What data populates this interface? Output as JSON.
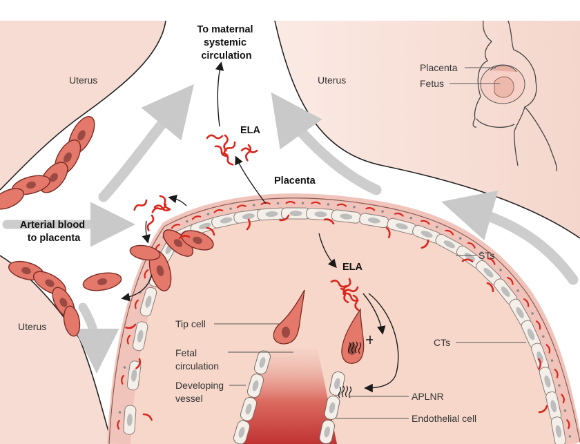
{
  "labels": {
    "to_maternal": [
      "To maternal",
      "systemic",
      "circulation"
    ],
    "uterus_left_top": "Uterus",
    "uterus_right_top": "Uterus",
    "uterus_left_bottom": "Uterus",
    "ela_top": "ELA",
    "placenta": "Placenta",
    "arterial_blood": [
      "Arterial blood",
      "to placenta"
    ],
    "ela_center": "ELA",
    "sts": "STs",
    "cts": "CTs",
    "tip_cell": "Tip cell",
    "fetal_circulation": [
      "Fetal",
      "circulation"
    ],
    "developing_vessel": [
      "Developing",
      "vessel"
    ],
    "aplnr": "APLNR",
    "endothelial_cell": "Endothelial cell",
    "inset_placenta": "Placenta",
    "inset_fetus": "Fetus"
  },
  "colors": {
    "tissue": "#f6dcd3",
    "tissue_light": "#fbece6",
    "cell_fill": "#e4786a",
    "cell_stroke": "#7a2a22",
    "layer_pink": "#f1c4bb",
    "ct_cell": "#f4efe9",
    "ct_nucleus": "#bdbdbd",
    "ela_red": "#d9261c",
    "vessel_red": "#c43a3a",
    "gray_arrow": "#c9c9c9"
  }
}
